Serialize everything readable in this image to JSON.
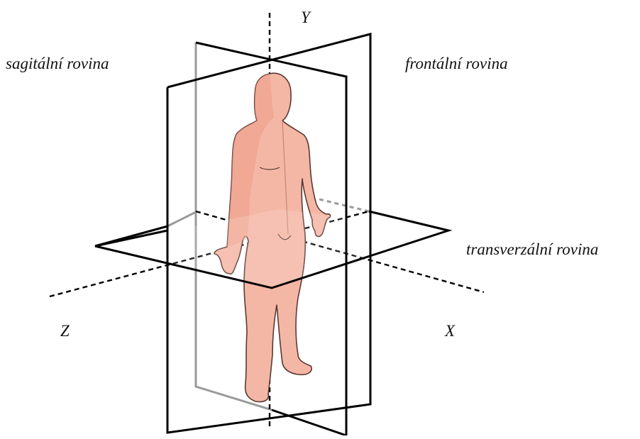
{
  "labels": {
    "sagittal": "sagitální rovina",
    "frontal": "frontální rovina",
    "transverse": "transverzální rovina"
  },
  "axes": {
    "y": "Y",
    "x": "X",
    "z": "Z"
  },
  "colors": {
    "plane_stroke": "#000000",
    "plane_hidden": "#9a9a9a",
    "axis_dash": "#000000",
    "skin": "#f5b7a5",
    "skin_shadow": "#ec9c88",
    "body_outline": "#5a3a33"
  }
}
